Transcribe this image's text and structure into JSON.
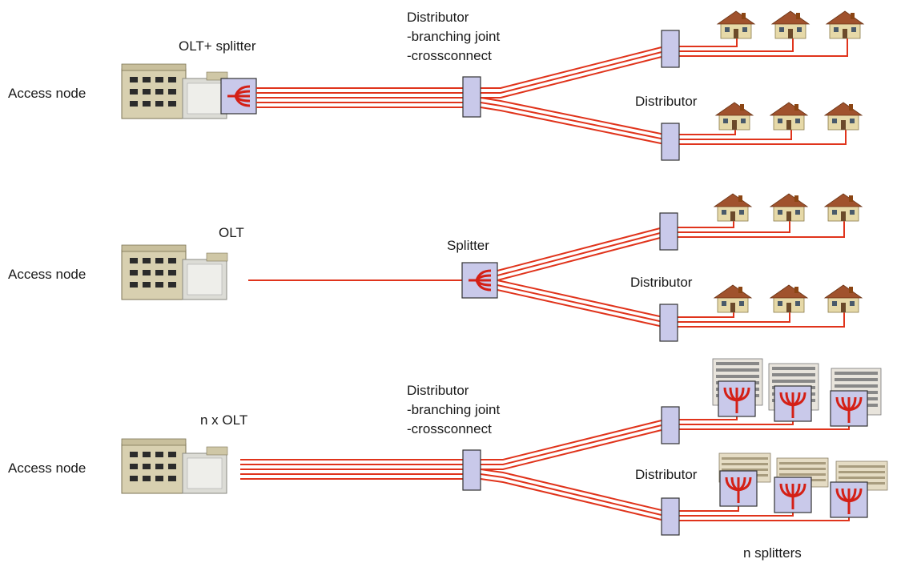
{
  "colors": {
    "fiber": "#e0341c",
    "distributor_fill": "#c9c9ea",
    "splitter_fill": "#c9c9ea",
    "splitter_mark": "#d42016",
    "building_wall": "#d8d0b0",
    "house_roof": "#a0522d"
  },
  "sections": [
    {
      "access_node_label": "Access node",
      "node_label": "OLT+ splitter",
      "mid_label_lines": [
        "Distributor",
        "-branching joint",
        "-crossconnect"
      ],
      "branch_label": "Distributor"
    },
    {
      "access_node_label": "Access node",
      "node_label": "OLT",
      "mid_label_lines": [
        "Splitter"
      ],
      "branch_label": "Distributor"
    },
    {
      "access_node_label": "Access node",
      "node_label": "n x OLT",
      "mid_label_lines": [
        "Distributor",
        "-branching joint",
        "-crossconnect"
      ],
      "branch_label": "Distributor",
      "footer_label": "n splitters"
    }
  ]
}
